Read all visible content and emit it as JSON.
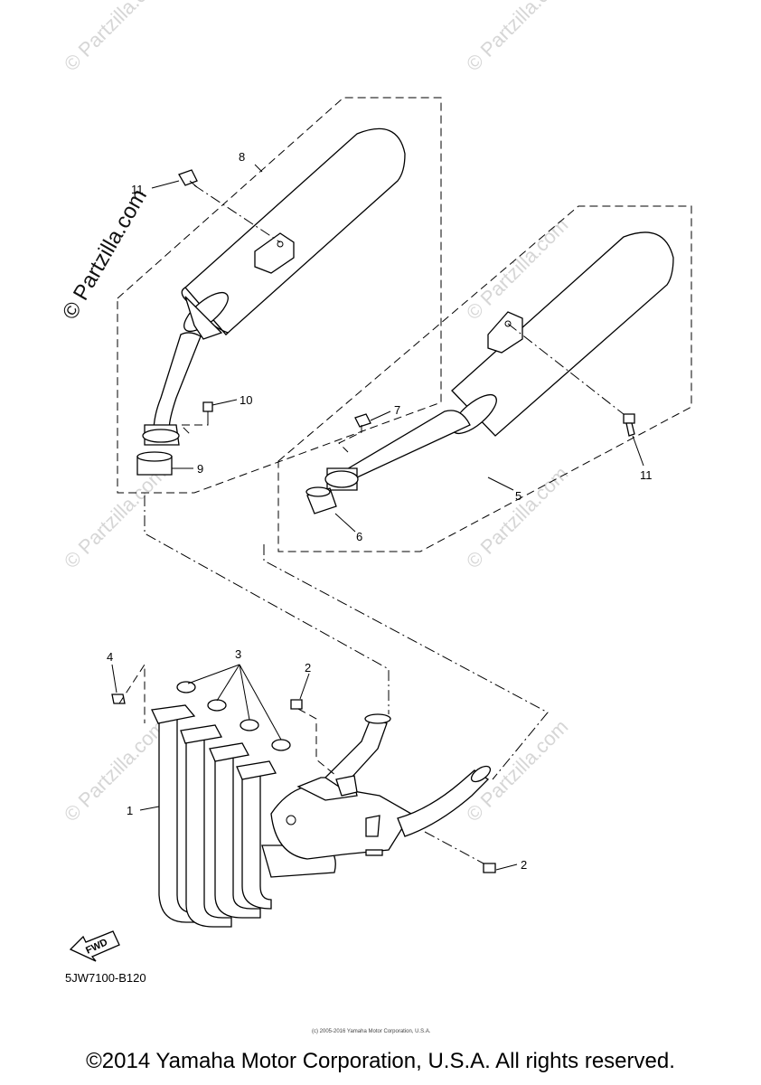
{
  "watermark_main": "© Partzilla.com",
  "watermark_repeat": "© Partzilla.com",
  "callouts": {
    "c1": "1",
    "c2a": "2",
    "c2b": "2",
    "c3": "3",
    "c4": "4",
    "c5": "5",
    "c6": "6",
    "c7": "7",
    "c8": "8",
    "c9": "9",
    "c10": "10",
    "c11a": "11",
    "c11b": "11"
  },
  "fwd_label": "FWD",
  "diagram_ref": "5JW7100-B120",
  "small_copyright": "(c) 2005-2016 Yamaha Motor Corporation, U.S.A.",
  "copyright": "©2014 Yamaha Motor Corporation, U.S.A. All rights reserved."
}
